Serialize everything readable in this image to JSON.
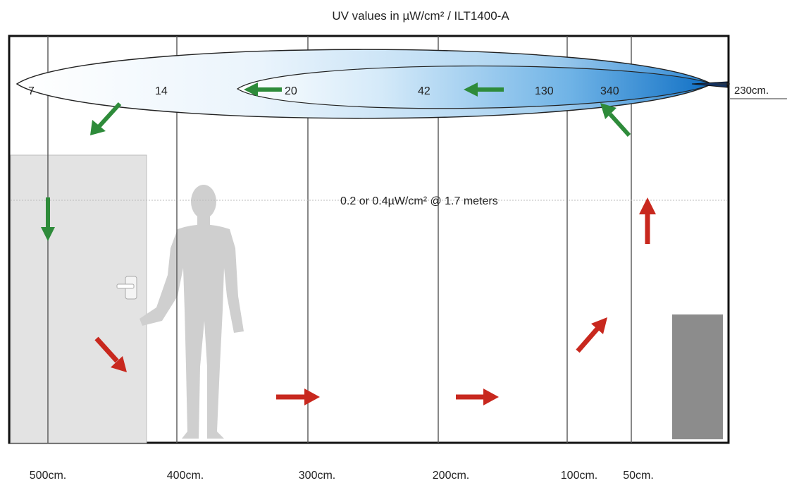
{
  "title": "UV values in µW/cm² / ILT1400-A",
  "height_label": "230cm.",
  "threshold_label": "0.2 or 0.4µW/cm² @ 1.7 meters",
  "readings": [
    "7",
    "14",
    "20",
    "42",
    "130",
    "340"
  ],
  "distances": [
    "500cm.",
    "400cm.",
    "300cm.",
    "200cm.",
    "100cm.",
    "50cm."
  ],
  "colors": {
    "beam": "#1a73c8",
    "green_arrow": "#2e8b3a",
    "red_arrow": "#c8281e",
    "door": "#e3e3e3",
    "cabinet": "#8c8c8c",
    "person": "#cfcfcf"
  },
  "airflow": {
    "green_arrows": [
      "down-left",
      "down",
      "left",
      "left",
      "up-left"
    ],
    "red_arrows": [
      "down-right",
      "right",
      "right",
      "up-right",
      "up"
    ]
  }
}
